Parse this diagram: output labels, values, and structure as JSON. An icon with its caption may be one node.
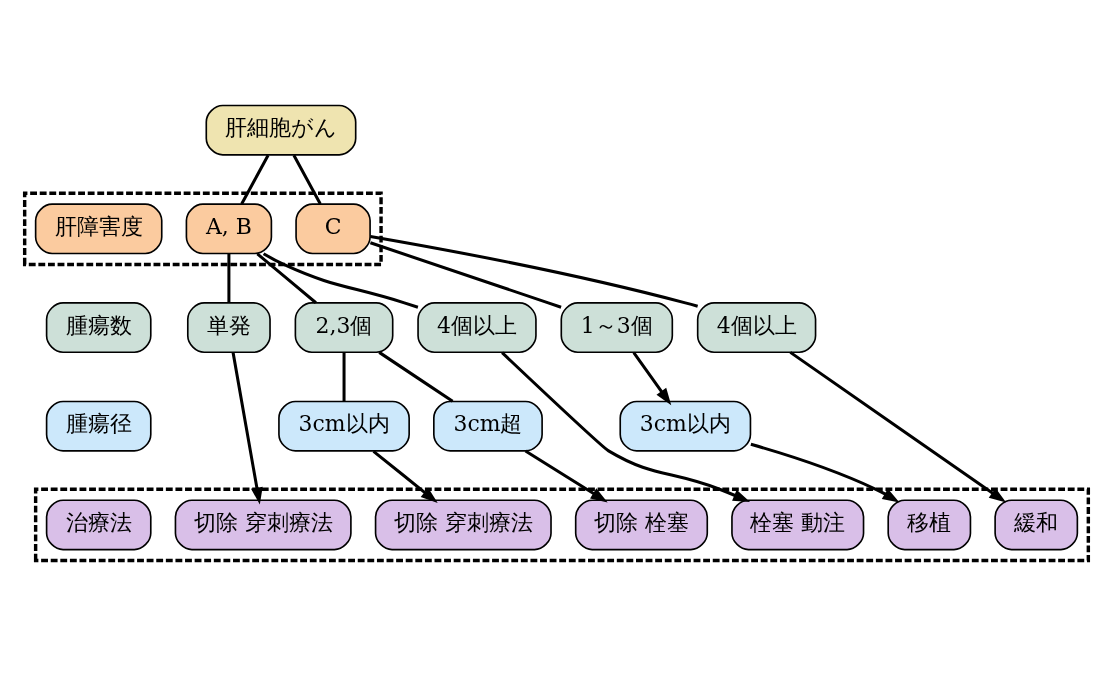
{
  "diagram": {
    "nodes": [
      {
        "text": [
          "肝細胞がん"
        ]
      },
      {
        "text": [],
        "shape": "box"
      },
      {
        "text": [
          "肝障害度"
        ],
        "in": 1
      },
      {
        "text": [
          "A, B"
        ],
        "in": 1
      },
      {
        "text": [
          "C"
        ],
        "in": 1
      },
      {
        "text": [
          "腫瘍数"
        ]
      },
      {
        "text": [
          "単発"
        ]
      },
      {
        "text": [
          "2,3個"
        ]
      },
      {
        "text": [
          "4個以上"
        ]
      },
      {
        "text": [
          "1～3個"
        ]
      },
      {
        "text": [
          "4個以上"
        ]
      },
      {
        "text": [
          "腫瘍径"
        ]
      },
      {
        "text": [
          "3cm以内"
        ]
      },
      {
        "text": [
          "3cm超"
        ]
      },
      {
        "text": [
          "3cm以内"
        ]
      },
      {
        "text": [],
        "shape": "box"
      },
      {
        "text": [
          "治療法"
        ],
        "in": 15
      },
      {
        "text": [
          "切除 穿刺療法"
        ],
        "in": 15
      },
      {
        "text": [
          "切除 穿刺療法"
        ],
        "in": 15
      },
      {
        "text": [
          "切除 栓塞"
        ],
        "in": 15
      },
      {
        "text": [
          "栓塞 動注"
        ],
        "in": 15
      },
      {
        "text": [
          "移植"
        ],
        "in": 15
      },
      {
        "text": [
          "緩和"
        ],
        "in": 15
      }
    ],
    "edges": [
      {
        "from": 0,
        "to": 3,
        "arrow": "none"
      },
      {
        "from": 0,
        "to": 4,
        "arrow": "none"
      },
      {
        "from": 3,
        "to": 6,
        "arrow": "none"
      },
      {
        "from": 3,
        "to": 7,
        "arrow": "none"
      },
      {
        "from": 3,
        "to": 8,
        "arrow": "none"
      },
      {
        "from": 4,
        "to": 9,
        "arrow": "none"
      },
      {
        "from": 4,
        "to": 10,
        "arrow": "none"
      },
      {
        "from": 7,
        "to": 12,
        "arrow": "none"
      },
      {
        "from": 7,
        "to": 13,
        "arrow": "none"
      },
      {
        "from": 9,
        "to": 14,
        "arrow": "to"
      },
      {
        "from": 6,
        "to": 17,
        "arrow": "to"
      },
      {
        "from": 12,
        "to": 18,
        "arrow": "to"
      },
      {
        "from": 13,
        "to": 19,
        "arrow": "to"
      },
      {
        "from": 8,
        "to": 20,
        "arrow": "to"
      },
      {
        "from": 14,
        "to": 21,
        "arrow": "to"
      },
      {
        "from": 10,
        "to": 22,
        "arrow": "to"
      }
    ]
  }
}
